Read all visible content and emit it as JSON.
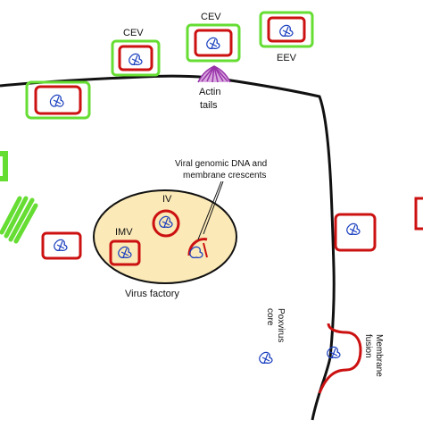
{
  "labels": {
    "cev_left": "CEV",
    "cev_top": "CEV",
    "eev": "EEV",
    "actin_line1": "Actin",
    "actin_line2": "tails",
    "dna_line1": "Viral genomic DNA and",
    "dna_line2": "membrane crescents",
    "iv": "IV",
    "imv": "IMV",
    "factory": "Virus factory",
    "core_line1": "Poxvirus",
    "core_line2": "core",
    "fusion_line1": "Membrane",
    "fusion_line2": "fusion"
  },
  "colors": {
    "membrane_outer": "#66dd33",
    "membrane_inner": "#cc1111",
    "core": "#1a3fbf",
    "factory_fill": "#fbe9b7",
    "actin": "#9933aa",
    "cell_outline": "#111111"
  }
}
